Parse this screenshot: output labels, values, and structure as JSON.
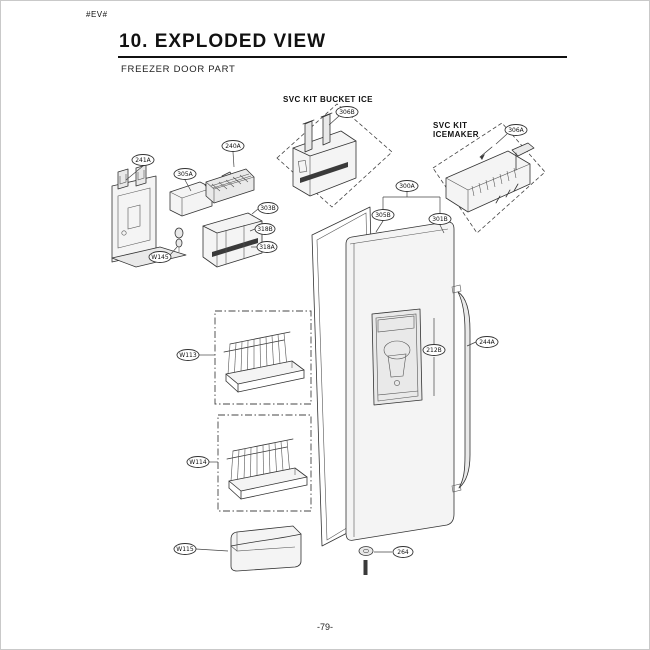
{
  "page": {
    "edition_mark": "#EV#",
    "title": "10. EXPLODED VIEW",
    "subtitle": "FREEZER DOOR PART",
    "page_number": "-79-"
  },
  "diagram": {
    "kit_bucket_ice_label": "SVC KIT BUCKET ICE",
    "kit_icemaker_label_line1": "SVC KIT",
    "kit_icemaker_label_line2": "ICEMAKER",
    "callouts": [
      {
        "part": "icemaker-assembly",
        "label": "241A"
      },
      {
        "part": "grille-cover",
        "label": "240A"
      },
      {
        "part": "auger-motor",
        "label": "305A"
      },
      {
        "part": "svc-kit-bucket-ice",
        "label": "306B"
      },
      {
        "part": "svc-kit-icemaker",
        "label": "306A"
      },
      {
        "part": "ice-bucket-top",
        "label": "303B"
      },
      {
        "part": "ice-bucket-middle",
        "label": "318B"
      },
      {
        "part": "ice-bucket-bottom",
        "label": "318A"
      },
      {
        "part": "auger-shaft",
        "label": "W145"
      },
      {
        "part": "door-top",
        "label": "300A"
      },
      {
        "part": "door-gasket",
        "label": "305B"
      },
      {
        "part": "door-liner",
        "label": "301B"
      },
      {
        "part": "dispenser",
        "label": "212B"
      },
      {
        "part": "door-handle",
        "label": "244A"
      },
      {
        "part": "freezer-shelf-upper",
        "label": "W113"
      },
      {
        "part": "freezer-shelf-lower",
        "label": "W114"
      },
      {
        "part": "door-basket",
        "label": "W115"
      },
      {
        "part": "hinge-bushing",
        "label": "264"
      }
    ]
  }
}
